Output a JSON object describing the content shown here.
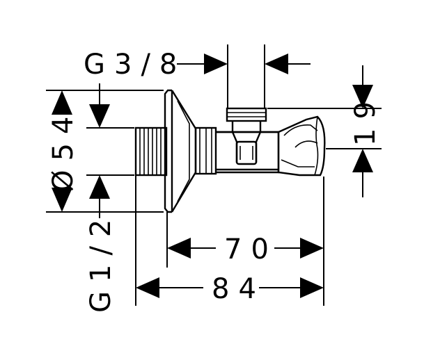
{
  "dimensions": {
    "outlet_thread": "G3/8",
    "inlet_thread": "G1/2",
    "flange_diameter": "Ø54",
    "length_inner": "70",
    "length_total": "84",
    "handle_height": "19"
  }
}
